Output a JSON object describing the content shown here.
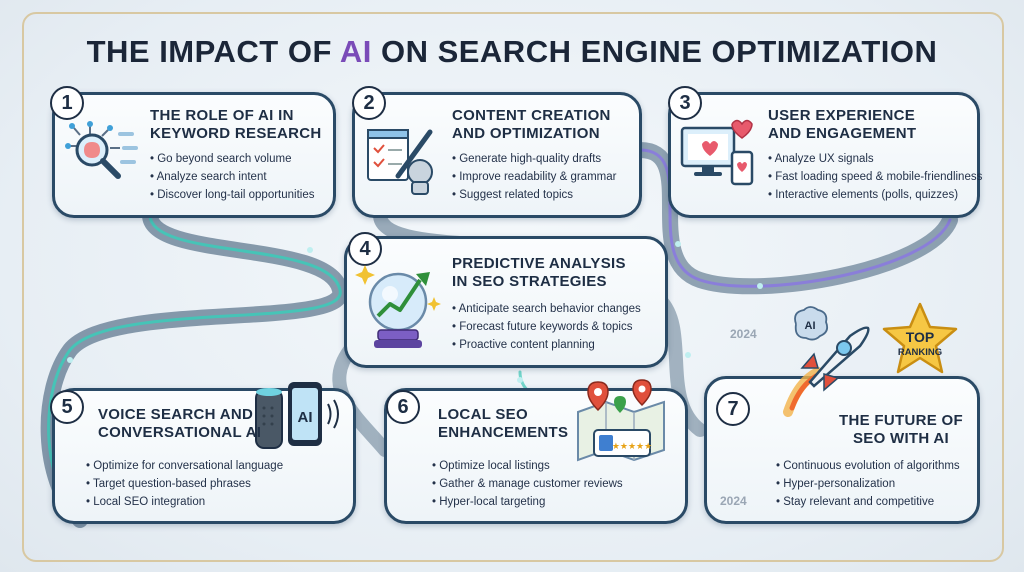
{
  "title": {
    "prefix": "THE IMPACT OF ",
    "highlight": "AI",
    "suffix": " ON SEARCH ENGINE OPTIMIZATION"
  },
  "cards": [
    {
      "number": "1",
      "title_lines": [
        "THE ROLE OF AI IN",
        "KEYWORD RESEARCH"
      ],
      "bullets": [
        "Go beyond search volume",
        "Analyze search intent",
        "Discover long-tail opportunities"
      ]
    },
    {
      "number": "2",
      "title_lines": [
        "CONTENT CREATION",
        "AND OPTIMIZATION"
      ],
      "bullets": [
        "Generate high-quality drafts",
        "Improve readability & grammar",
        "Suggest related topics"
      ]
    },
    {
      "number": "3",
      "title_lines": [
        "USER EXPERIENCE",
        "AND ENGAGEMENT"
      ],
      "bullets": [
        "Analyze UX signals",
        "Fast loading speed & mobile-friendliness",
        "Interactive elements (polls, quizzes)"
      ]
    },
    {
      "number": "4",
      "title_lines": [
        "PREDICTIVE ANALYSIS",
        "IN SEO STRATEGIES"
      ],
      "bullets": [
        "Anticipate search behavior changes",
        "Forecast future keywords & topics",
        "Proactive content planning"
      ]
    },
    {
      "number": "5",
      "title_lines": [
        "VOICE SEARCH AND",
        "CONVERSATIONAL AI"
      ],
      "bullets": [
        "Optimize for conversational language",
        "Target question-based phrases",
        "Local SEO integration"
      ]
    },
    {
      "number": "6",
      "title_lines": [
        "LOCAL SEO",
        "ENHANCEMENTS"
      ],
      "bullets": [
        "Optimize local listings",
        "Gather & manage customer reviews",
        "Hyper-local targeting"
      ]
    },
    {
      "number": "7",
      "title_lines": [
        "THE FUTURE OF",
        "SEO WITH AI"
      ],
      "bullets": [
        "Continuous evolution of algorithms",
        "Hyper-personalization",
        "Stay relevant and competitive"
      ]
    }
  ],
  "decor": {
    "year_top": "2024",
    "year_bottom": "2024",
    "top_ranking_line1": "TOP",
    "top_ranking_line2": "RANKING",
    "ai_chip_label": "AI",
    "phone_label": "AI"
  },
  "colors": {
    "title": "#1b2638",
    "accent": "#7a4bb8",
    "card_border": "#2a4a66",
    "path_teal": "#2bb3a6",
    "path_purple": "#7d6bd1"
  }
}
